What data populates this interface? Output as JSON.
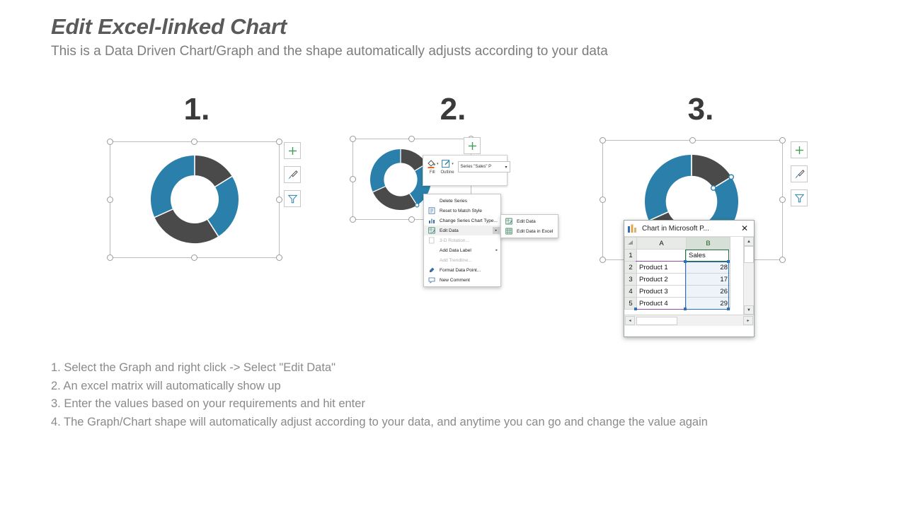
{
  "header": {
    "title": "Edit Excel-linked Chart",
    "subtitle": "This is a Data Driven Chart/Graph and the shape automatically adjusts according to your data"
  },
  "steps": [
    {
      "number": "1."
    },
    {
      "number": "2."
    },
    {
      "number": "3."
    }
  ],
  "chart_data": {
    "type": "pie",
    "title": "",
    "series_name": "Sales",
    "categories": [
      "Product 1",
      "Product 2",
      "Product 3",
      "Product 4"
    ],
    "values": [
      28,
      17,
      26,
      29
    ],
    "colors": [
      "#4a4a4a",
      "#2a80aa",
      "#4a4a4a",
      "#2a80aa"
    ],
    "donut_hole_ratio": 0.55,
    "legend": "none",
    "grid": false
  },
  "colors": {
    "accent_blue": "#2a80aa",
    "dark_gray": "#4a4a4a",
    "title_gray": "#5a5a5a",
    "body_gray": "#8a8a8a",
    "plus_green": "#3f9d54",
    "excel_green": "#217346"
  },
  "chart_tools": {
    "elements_label": "chart-elements",
    "styles_label": "chart-styles",
    "filters_label": "chart-filters"
  },
  "mini_toolbar": {
    "fill_label": "Fill",
    "outline_label": "Outline",
    "series_dropdown": "Series \"Sales\" P",
    "caret": "▾"
  },
  "context_menu": {
    "items": [
      {
        "label": "Delete Series",
        "icon": "none",
        "disabled": false,
        "submenu": false,
        "selected": false
      },
      {
        "label": "Reset to Match Style",
        "icon": "reset-style-icon",
        "disabled": false,
        "submenu": false,
        "selected": false
      },
      {
        "label": "Change Series Chart Type...",
        "icon": "chart-type-icon",
        "disabled": false,
        "submenu": false,
        "selected": false
      },
      {
        "label": "Edit Data",
        "icon": "edit-data-icon",
        "disabled": false,
        "submenu": true,
        "selected": true
      },
      {
        "label": "3-D Rotation...",
        "icon": "rotation-icon",
        "disabled": true,
        "submenu": false,
        "selected": false
      },
      {
        "label": "Add Data Label",
        "icon": "none",
        "disabled": false,
        "submenu": true,
        "selected": false
      },
      {
        "label": "Add Trendline...",
        "icon": "none",
        "disabled": true,
        "submenu": false,
        "selected": false
      },
      {
        "label": "Format Data Point...",
        "icon": "format-point-icon",
        "disabled": false,
        "submenu": false,
        "selected": false
      },
      {
        "label": "New Comment",
        "icon": "comment-icon",
        "disabled": false,
        "submenu": false,
        "selected": false
      }
    ],
    "submenu_items": [
      {
        "label": "Edit Data",
        "icon": "edit-data-icon"
      },
      {
        "label": "Edit Data in Excel",
        "icon": "excel-icon"
      }
    ],
    "arrow": "▸"
  },
  "excel_window": {
    "title": "Chart in Microsoft P...",
    "close_label": "✕",
    "app_icon": "bar-chart-icon",
    "column_headers": [
      "A",
      "B"
    ],
    "rows": [
      {
        "num": "1",
        "a": "",
        "b": "Sales"
      },
      {
        "num": "2",
        "a": "Product 1",
        "b": "28"
      },
      {
        "num": "3",
        "a": "Product 2",
        "b": "17"
      },
      {
        "num": "4",
        "a": "Product 3",
        "b": "26"
      },
      {
        "num": "5",
        "a": "Product 4",
        "b": "29"
      }
    ],
    "scroll_up": "▲",
    "scroll_down": "▼",
    "scroll_left": "◂",
    "scroll_right": "▸"
  },
  "instructions": [
    "1. Select the Graph and right click -> Select \"Edit Data\"",
    "2. An excel matrix will automatically show up",
    "3. Enter the values based on your requirements and hit enter",
    "4. The Graph/Chart shape will automatically adjust according to your data, and anytime you can go and change the value again"
  ]
}
